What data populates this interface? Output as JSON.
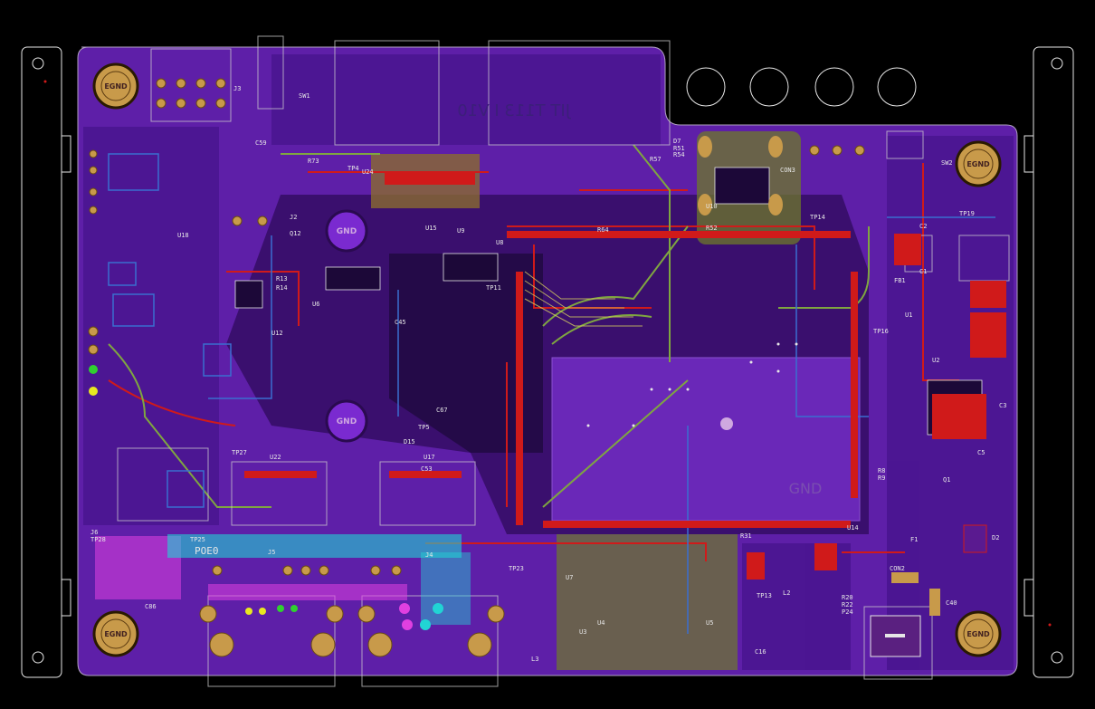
{
  "board": {
    "colors": {
      "background": "#000000",
      "board_fill": "#5e1fa8",
      "pour_dark": "#3a0f6e",
      "trace_red": "#d01a1a",
      "trace_green": "#7fa640",
      "trace_blue": "#3a6fd0",
      "silk": "#e6e6e6",
      "pad_gold": "#c89a4a",
      "cyan": "#22d4d4",
      "magenta": "#e040e0",
      "olive": "#6d7a2a"
    },
    "mounting_labels": [
      "EGND",
      "EGND",
      "EGND",
      "EGND"
    ],
    "gnd_labels": [
      "GND",
      "GND",
      "GND"
    ],
    "mirror_text": "JIT T113 I V10",
    "poe_label": "POE0",
    "ref_designators": [
      "J3",
      "SW1",
      "J2",
      "U24",
      "U15",
      "U9",
      "U8",
      "U10",
      "CON3",
      "D7",
      "R57",
      "R51",
      "R54",
      "C59",
      "R73",
      "TP4",
      "Q12",
      "R13",
      "R14",
      "U6",
      "C45",
      "C53",
      "U12",
      "C67",
      "TP5",
      "D15",
      "U17",
      "U22",
      "TP27",
      "J6",
      "TP28",
      "J5",
      "J4",
      "C86",
      "U2",
      "U3",
      "U4",
      "U5",
      "U7",
      "L2",
      "L3",
      "C5",
      "Q1",
      "C3",
      "C1",
      "C2",
      "F1",
      "D2",
      "CON2",
      "R20",
      "R22",
      "P24",
      "C40",
      "SW2",
      "TP11",
      "TP13",
      "TP14",
      "R31",
      "U14",
      "TP16",
      "TP19",
      "TP23",
      "TP25",
      "R8",
      "R9",
      "FB1",
      "U1",
      "C16",
      "U18",
      "R52",
      "R64"
    ]
  }
}
